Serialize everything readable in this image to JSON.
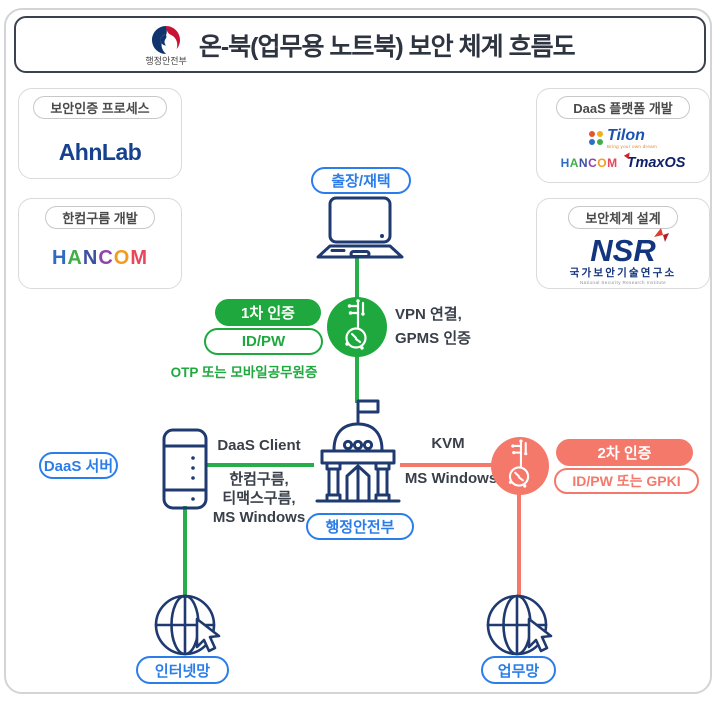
{
  "colors": {
    "navy": "#1f3a70",
    "blue": "#2b7de9",
    "green": "#1ea83d",
    "salmon": "#f4796a",
    "dark_text": "#3a404a",
    "title_text": "#2f3540",
    "box_border": "#dadada"
  },
  "title": {
    "text": "온-북(업무용 노트북) 보안 체계 흐름도",
    "logo_caption": "행정안전부"
  },
  "partner_boxes": {
    "auth_process": {
      "label": "보안인증 프로세스",
      "vendor": "AhnLab"
    },
    "daas_platform": {
      "label": "DaaS 플랫폼 개발",
      "tilon": "Tilon",
      "tilon_tagline": "Bring your own dream",
      "tmaxos": "TmaxOS"
    },
    "gooroom_dev": {
      "label": "한컴구름 개발"
    },
    "security_design": {
      "label": "보안체계 설계",
      "nsr": "NSR",
      "nsr_kr": "국가보안기술연구소",
      "nsr_en": "National Security Research Institute"
    }
  },
  "hancom_letters": [
    {
      "t": "H",
      "c": "#2d6cc0"
    },
    {
      "t": "A",
      "c": "#41ae49"
    },
    {
      "t": "N",
      "c": "#3d4fa1"
    },
    {
      "t": "C",
      "c": "#8d44ad"
    },
    {
      "t": "O",
      "c": "#f29c1f"
    },
    {
      "t": "M",
      "c": "#e8465a"
    }
  ],
  "tilon_dots": [
    "#e4572e",
    "#f2b01e",
    "#2f6ec4",
    "#3fae49"
  ],
  "nodes": {
    "remote": "출장/재택",
    "daas_server": "DaaS 서버",
    "mois": "행정안전부",
    "internet": "인터넷망",
    "work_net": "업무망"
  },
  "auth1": {
    "badge": "1차 인증",
    "method": "ID/PW",
    "note": "OTP 또는 모바일공무원증",
    "line1": "VPN 연결,",
    "line2": "GPMS 인증"
  },
  "auth2": {
    "badge": "2차 인증",
    "method": "ID/PW 또는 GPKI"
  },
  "links": {
    "daas_client": "DaaS Client",
    "daas_stack1": "한컴구름,",
    "daas_stack2": "티맥스구름,",
    "daas_stack3": "MS Windows",
    "kvm": "KVM",
    "kvm_sub": "MS Windows"
  }
}
